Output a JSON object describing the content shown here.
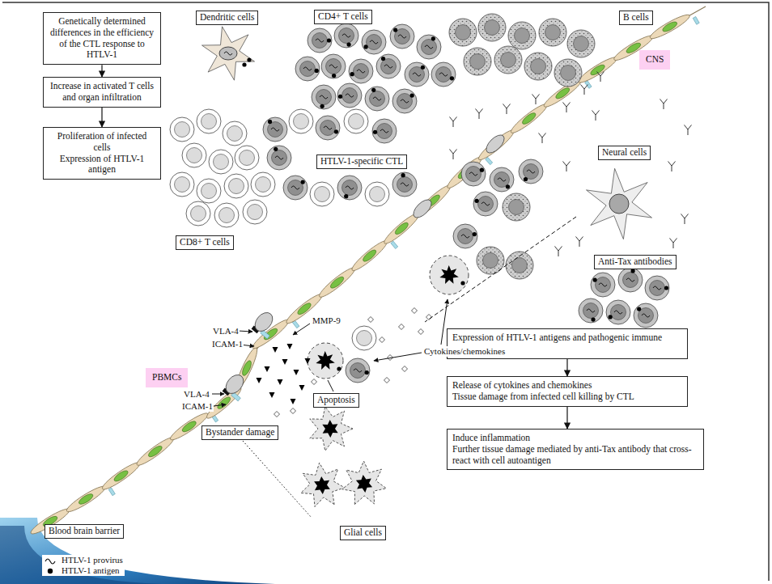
{
  "diagram": {
    "nodes": [
      {
        "text": [
          "Genetically determined differences in the efficiency of the CTL response to HTLV-1"
        ]
      },
      {
        "text": [
          "Increase in activated T cells and organ infiltration"
        ]
      },
      {
        "text": [
          "Proliferation of infected cells",
          "Expression of HTLV-1 antigen"
        ]
      },
      {
        "text": [
          "Dendritic cells"
        ]
      },
      {
        "text": [
          "CD4+ T cells"
        ]
      },
      {
        "text": [
          "B cells"
        ]
      },
      {
        "text": [
          "CNS"
        ]
      },
      {
        "text": [
          "HTLV-1-specific CTL"
        ]
      },
      {
        "text": [
          "Neural cells"
        ]
      },
      {
        "text": [
          "CD8+ T cells"
        ]
      },
      {
        "text": [
          "Anti-Tax antibodies"
        ]
      },
      {
        "text": [
          "Expression of HTLV-1 antigens and pathogenic immune response"
        ]
      },
      {
        "text": [
          "PBMCs"
        ]
      },
      {
        "text": [
          "Apoptosis"
        ]
      },
      {
        "text": [
          "Release of cytokines and chemokines",
          "Tissue damage from infected cell killing by CTL"
        ]
      },
      {
        "text": [
          "Bystander damage"
        ]
      },
      {
        "text": [
          "Induce inflammation",
          "Further tissue damage mediated by anti-Tax antibody that cross-react with cell autoantigen"
        ]
      },
      {
        "text": [
          "Blood brain barrier"
        ]
      },
      {
        "text": [
          "Glial cells"
        ]
      }
    ],
    "edges": [
      {
        "from": 0,
        "to": 1,
        "arrow": "to"
      },
      {
        "from": 1,
        "to": 2,
        "arrow": "to"
      },
      {
        "from": 11,
        "to": 14,
        "arrow": "to"
      },
      {
        "from": 14,
        "to": 16,
        "arrow": "to"
      }
    ],
    "labels": [
      "VLA-4",
      "ICAM-1",
      "MMP-9",
      "VLA-4",
      "ICAM-1",
      "Cytokines/chemokines"
    ],
    "legend": [
      {
        "text": "HTLV-1 provirus"
      },
      {
        "text": "HTLV-1 antigen"
      }
    ]
  }
}
